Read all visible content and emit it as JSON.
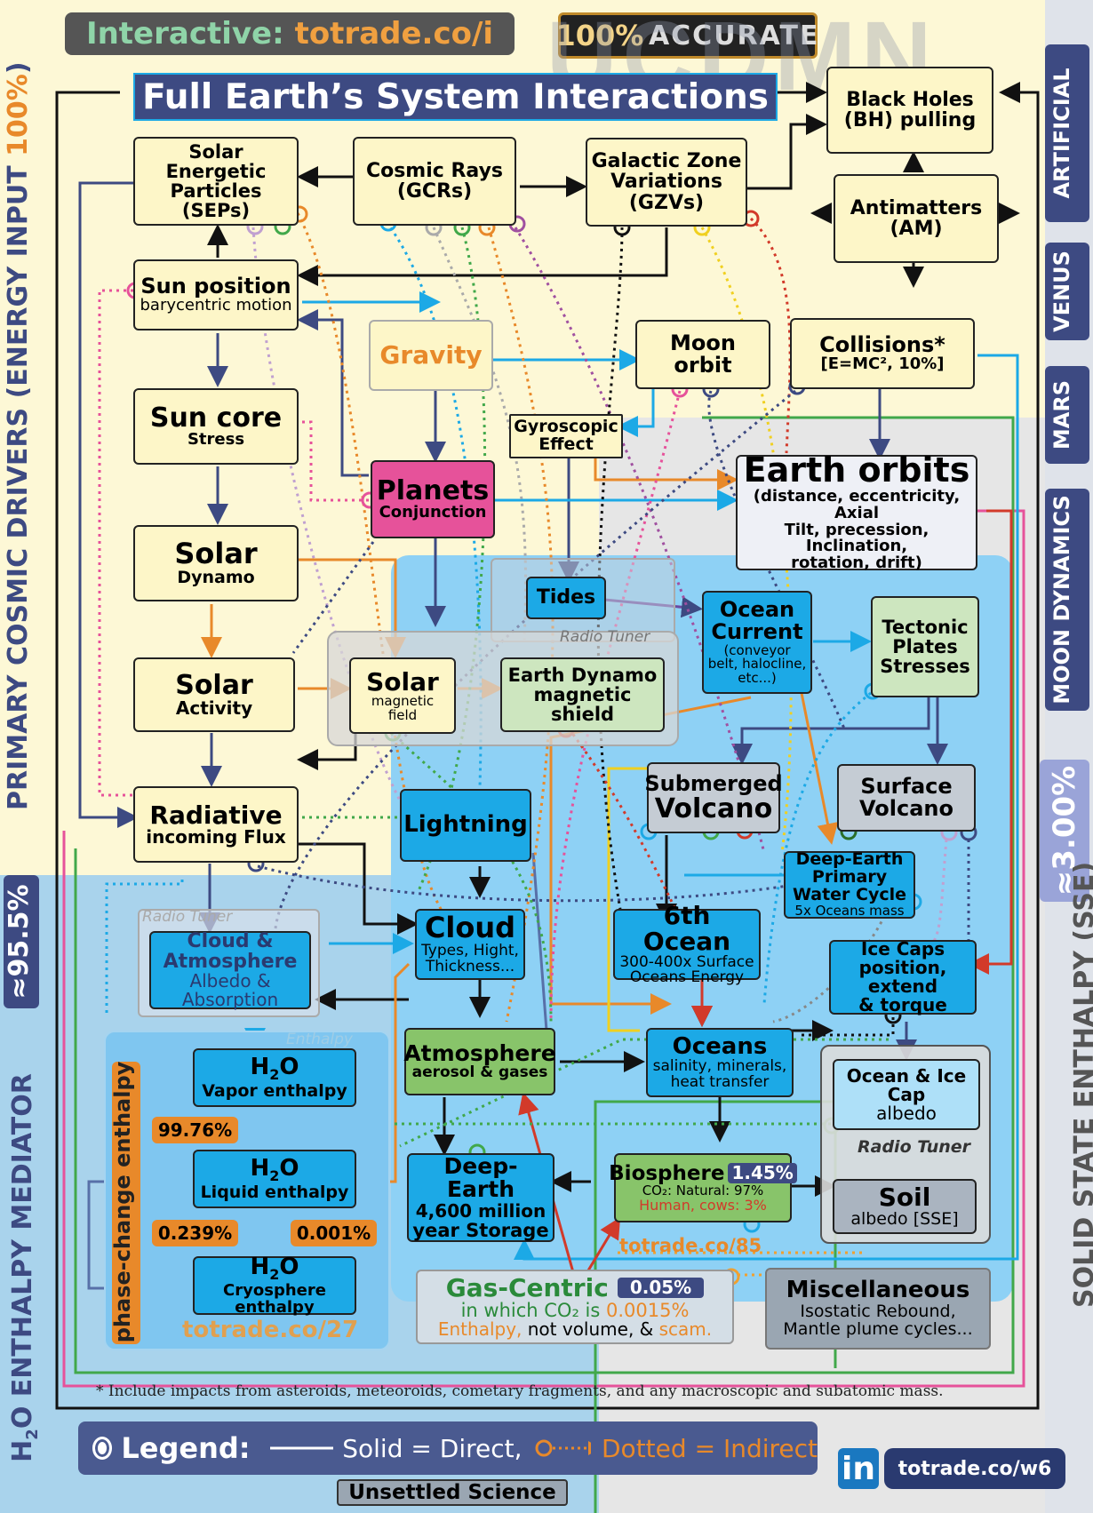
{
  "header": {
    "interactive_label": "Interactive:",
    "interactive_url": "totrade.co/i",
    "accurate_pct": "100%",
    "accurate_word": "ACCURATE",
    "watermark": "UCDMN",
    "title": "Full Earth’s System Interactions"
  },
  "left_labels": {
    "primary": "PRIMARY COSMIC DRIVERS (ENERGY INPUT ",
    "primary_pct": "100%",
    "primary_end": ")",
    "h2o": "H",
    "h2o_sub": "2",
    "h2o_end": "O ENTHALPY MEDIATOR",
    "pct_95": "≈95.5%"
  },
  "right_labels": {
    "artificial": "ARTIFICIAL",
    "venus": "VENUS",
    "mars": "MARS",
    "moon": "MOON DYNAMICS",
    "pct_3": "≈3.00%",
    "sse": "SOLID STATE ENTHALPY (SSE)"
  },
  "nodes": {
    "seps": {
      "l1": "Solar Energetic",
      "l2": "Particles (SEPs)"
    },
    "gcrs": {
      "l1": "Cosmic Rays",
      "l2": "(GCRs)"
    },
    "gzvs": {
      "l1": "Galactic Zone",
      "l2": "Variations",
      "l3": "(GZVs)"
    },
    "bh": {
      "l1": "Black Holes",
      "l2": "(BH) pulling"
    },
    "am": {
      "l1": "Antimatters",
      "l2": "(AM)"
    },
    "sunpos": {
      "l1": "Sun position",
      "l2": "barycentric motion"
    },
    "gravity": {
      "l1": "Gravity"
    },
    "moon": {
      "l1": "Moon orbit"
    },
    "collisions": {
      "l1": "Collisions*",
      "l2": "[E=MC², 10%]"
    },
    "suncore": {
      "l1": "Sun core",
      "l2": "Stress"
    },
    "gyro": {
      "l1": "Gyroscopic",
      "l2": "Effect"
    },
    "planets": {
      "l1": "Planets",
      "l2": "Conjunction"
    },
    "earthorbits": {
      "l1": "Earth orbits",
      "l2": "(distance, eccentricity, Axial",
      "l3": "Tilt, precession, Inclination,",
      "l4": "rotation, drift)"
    },
    "dynamo": {
      "l1": "Solar",
      "l2": "Dynamo"
    },
    "tides": {
      "l1": "Tides"
    },
    "current": {
      "l1": "Ocean",
      "l2": "Current",
      "l3": "(conveyor",
      "l4": "belt, halocline,",
      "l5": "etc...)"
    },
    "tectonic": {
      "l1": "Tectonic",
      "l2": "Plates",
      "l3": "Stresses"
    },
    "activity": {
      "l1": "Solar",
      "l2": "Activity"
    },
    "magfield": {
      "l1": "Solar",
      "l2": "magnetic",
      "l3": "field"
    },
    "edynamo": {
      "l1": "Earth Dynamo",
      "l2": "magnetic shield"
    },
    "radio_tuner": "Radio Tuner",
    "radiative": {
      "l1": "Radiative",
      "l2": "incoming Flux"
    },
    "lightning": {
      "l1": "Lightning"
    },
    "subvolcano": {
      "l1": "Submerged",
      "l2": "Volcano"
    },
    "surfvolcano": {
      "l1": "Surface",
      "l2": "Volcano"
    },
    "deepwater": {
      "l1": "Deep-Earth",
      "l2": "Primary",
      "l3": "Water Cycle",
      "l4": "5x Oceans mass"
    },
    "cloudatm": {
      "l1": "Cloud &",
      "l2": "Atmosphere",
      "l3": "Albedo &",
      "l4": "Absorption"
    },
    "cloud": {
      "l1": "Cloud",
      "l2": "Types, Hight,",
      "l3": "Thickness..."
    },
    "sixth": {
      "l1": "6th Ocean",
      "l2": "300-400x Surface",
      "l3": "Oceans Energy"
    },
    "icecaps": {
      "l1": "Ice Caps",
      "l2": "position, extend",
      "l3": "& torque"
    },
    "enthalpy": "Enthalpy",
    "vapor": {
      "l1": "H",
      "l1sub": "2",
      "l1end": "O",
      "l2": "Vapor enthalpy"
    },
    "liquid": {
      "l1": "H",
      "l1sub": "2",
      "l1end": "O",
      "l2": "Liquid enthalpy"
    },
    "cryo": {
      "l1": "H",
      "l1sub": "2",
      "l1end": "O",
      "l2": "Cryosphere",
      "l3": "enthalpy"
    },
    "pct_9976": "99.76%",
    "pct_0239": "0.239%",
    "pct_0001": "0.001%",
    "phase": "phase-change enthalpy",
    "link27": "totrade.co/27",
    "atmosphere": {
      "l1": "Atmosphere",
      "l2": "aerosol & gases"
    },
    "oceans": {
      "l1": "Oceans",
      "l2": "salinity, minerals,",
      "l3": "heat transfer"
    },
    "oceanice": {
      "l1": "Ocean & Ice Cap",
      "l2": "albedo"
    },
    "deepstorage": {
      "l1": "Deep-Earth",
      "l2": "4,600 million",
      "l3": "year Storage"
    },
    "biosphere": {
      "l1": "Biosphere",
      "pct": "1.45%",
      "l2": "CO₂: Natural: 97%",
      "l3": "Human, cows: 3%"
    },
    "soil": {
      "l1": "Soil",
      "l2": "albedo [SSE]"
    },
    "link85": "totrade.co/85",
    "gascentric": {
      "l1": "Gas-Centric",
      "pct": "0.05%",
      "l2a": "in which CO₂ is ",
      "l2b": "0.0015%",
      "l3a": "Enthalpy,",
      "l3b": " not volume, & ",
      "l3c": "scam."
    },
    "misc": {
      "l1": "Miscellaneous",
      "l2": "Isostatic Rebound,",
      "l3": "Mantle plume cycles..."
    }
  },
  "footnote": "* Include impacts from asteroids, meteoroids, cometary fragments, and any macroscopic and subatomic mass.",
  "legend": {
    "label": "Legend:",
    "solid": "Solid",
    "eq1": "=",
    "direct": "Direct,",
    "dotted": "Dotted",
    "eq2": "=",
    "indirect": "Indirect"
  },
  "unsettled": "Unsettled Science",
  "linkedin": "in",
  "w6": "totrade.co/w6",
  "colors": {
    "cream": "#fdf6c8",
    "blue": "#1ca9e6",
    "green": "#88c46a",
    "navy": "#3d4a82",
    "orange": "#e8892a"
  }
}
